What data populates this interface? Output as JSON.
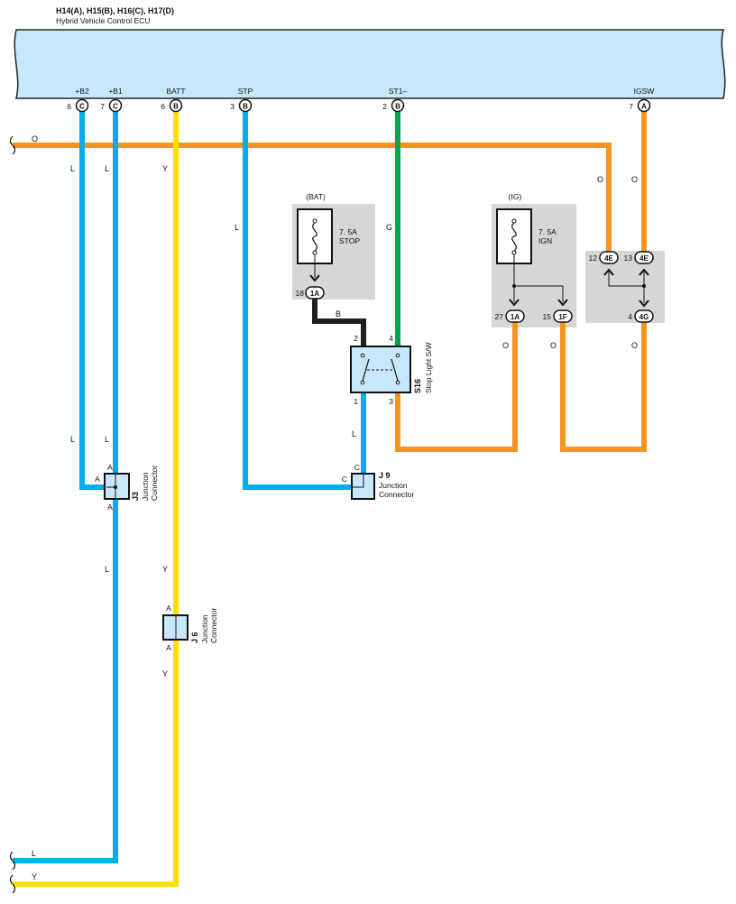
{
  "header": {
    "connector_ids": "H14(A), H15(B), H16(C), H17(D)",
    "component_name": "Hybrid Vehicle Control ECU"
  },
  "ecu_pins": [
    {
      "label": "+B2",
      "num": "6",
      "conn": "C"
    },
    {
      "label": "+B1",
      "num": "7",
      "conn": "C"
    },
    {
      "label": "BATT",
      "num": "6",
      "conn": "B"
    },
    {
      "label": "STP",
      "num": "3",
      "conn": "B"
    },
    {
      "label": "ST1–",
      "num": "2",
      "conn": "B"
    },
    {
      "label": "IGSW",
      "num": "7",
      "conn": "A"
    }
  ],
  "wire_colors": {
    "L": "#00aeef",
    "Y": "#ffe000",
    "O": "#f7941d",
    "G": "#00a651",
    "B": "#231f20"
  },
  "wire_codes": [
    "O",
    "L",
    "L",
    "Y",
    "L",
    "G",
    "O",
    "O",
    "B",
    "L",
    "O",
    "O",
    "O",
    "L",
    "L",
    "L",
    "Y",
    "Y",
    "L",
    "Y"
  ],
  "fuse_bat": {
    "group": "(BAT)",
    "rating": "7. 5A",
    "name": "STOP",
    "pin_num": "18",
    "pin_conn": "1A"
  },
  "fuse_ig": {
    "group": "(IG)",
    "rating": "7. 5A",
    "name": "IGN",
    "pins": [
      {
        "num": "27",
        "conn": "1A"
      },
      {
        "num": "15",
        "conn": "1F"
      }
    ]
  },
  "relay_block": {
    "pins": [
      {
        "num": "12",
        "conn": "4E"
      },
      {
        "num": "13",
        "conn": "4E"
      },
      {
        "num": "4",
        "conn": "4G"
      }
    ]
  },
  "stop_switch": {
    "code": "S16",
    "name": "Stop Light S/W",
    "pins": [
      "2",
      "4",
      "1",
      "3"
    ]
  },
  "junctions": [
    {
      "code": "J3",
      "line1": "Junction",
      "line2": "Connector",
      "pin_top": "A",
      "pin_left": "A",
      "pin_bottom": "A"
    },
    {
      "code": "J 9",
      "line1": "Junction",
      "line2": "Connector",
      "pin_top": "C",
      "pin_left": "C"
    },
    {
      "code": "J 6",
      "line1": "Junction",
      "line2": "Connector",
      "pin_top": "A",
      "pin_bottom": "A"
    }
  ]
}
